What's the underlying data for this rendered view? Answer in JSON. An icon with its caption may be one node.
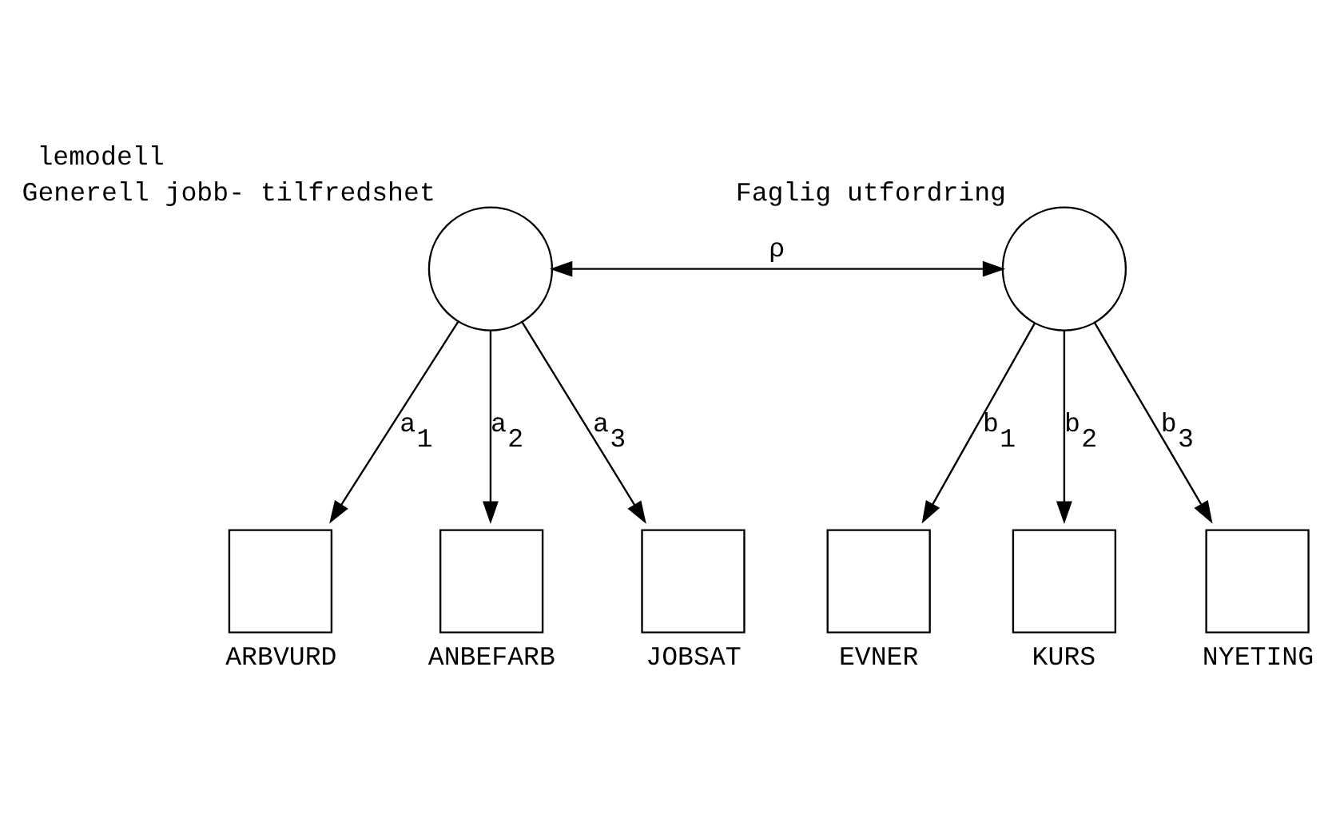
{
  "diagram": {
    "title": "lemodell",
    "nodes": [
      {
        "text": [
          "Generell jobb- tilfredshet"
        ]
      },
      {
        "text": [
          "Faglig utfordring"
        ]
      },
      {
        "text": [
          "ARBVURD"
        ]
      },
      {
        "text": [
          "ANBEFARB"
        ]
      },
      {
        "text": [
          "JOBSAT"
        ]
      },
      {
        "text": [
          "EVNER"
        ]
      },
      {
        "text": [
          "KURS"
        ]
      },
      {
        "text": [
          "NYETING"
        ]
      }
    ],
    "edges": [
      {
        "from": 0,
        "to": 1,
        "arrow": "both",
        "label": "ρ"
      },
      {
        "from": 0,
        "to": 2,
        "arrow": "to",
        "label": "a$_{1}$"
      },
      {
        "from": 0,
        "to": 3,
        "arrow": "to",
        "label": "a$_{2}$"
      },
      {
        "from": 0,
        "to": 4,
        "arrow": "to",
        "label": "a$_{3}$"
      },
      {
        "from": 1,
        "to": 5,
        "arrow": "to",
        "label": "b$_{1}$"
      },
      {
        "from": 1,
        "to": 6,
        "arrow": "to",
        "label": "b$_{2}$"
      },
      {
        "from": 1,
        "to": 7,
        "arrow": "to",
        "label": "b$_{3}$"
      }
    ]
  }
}
